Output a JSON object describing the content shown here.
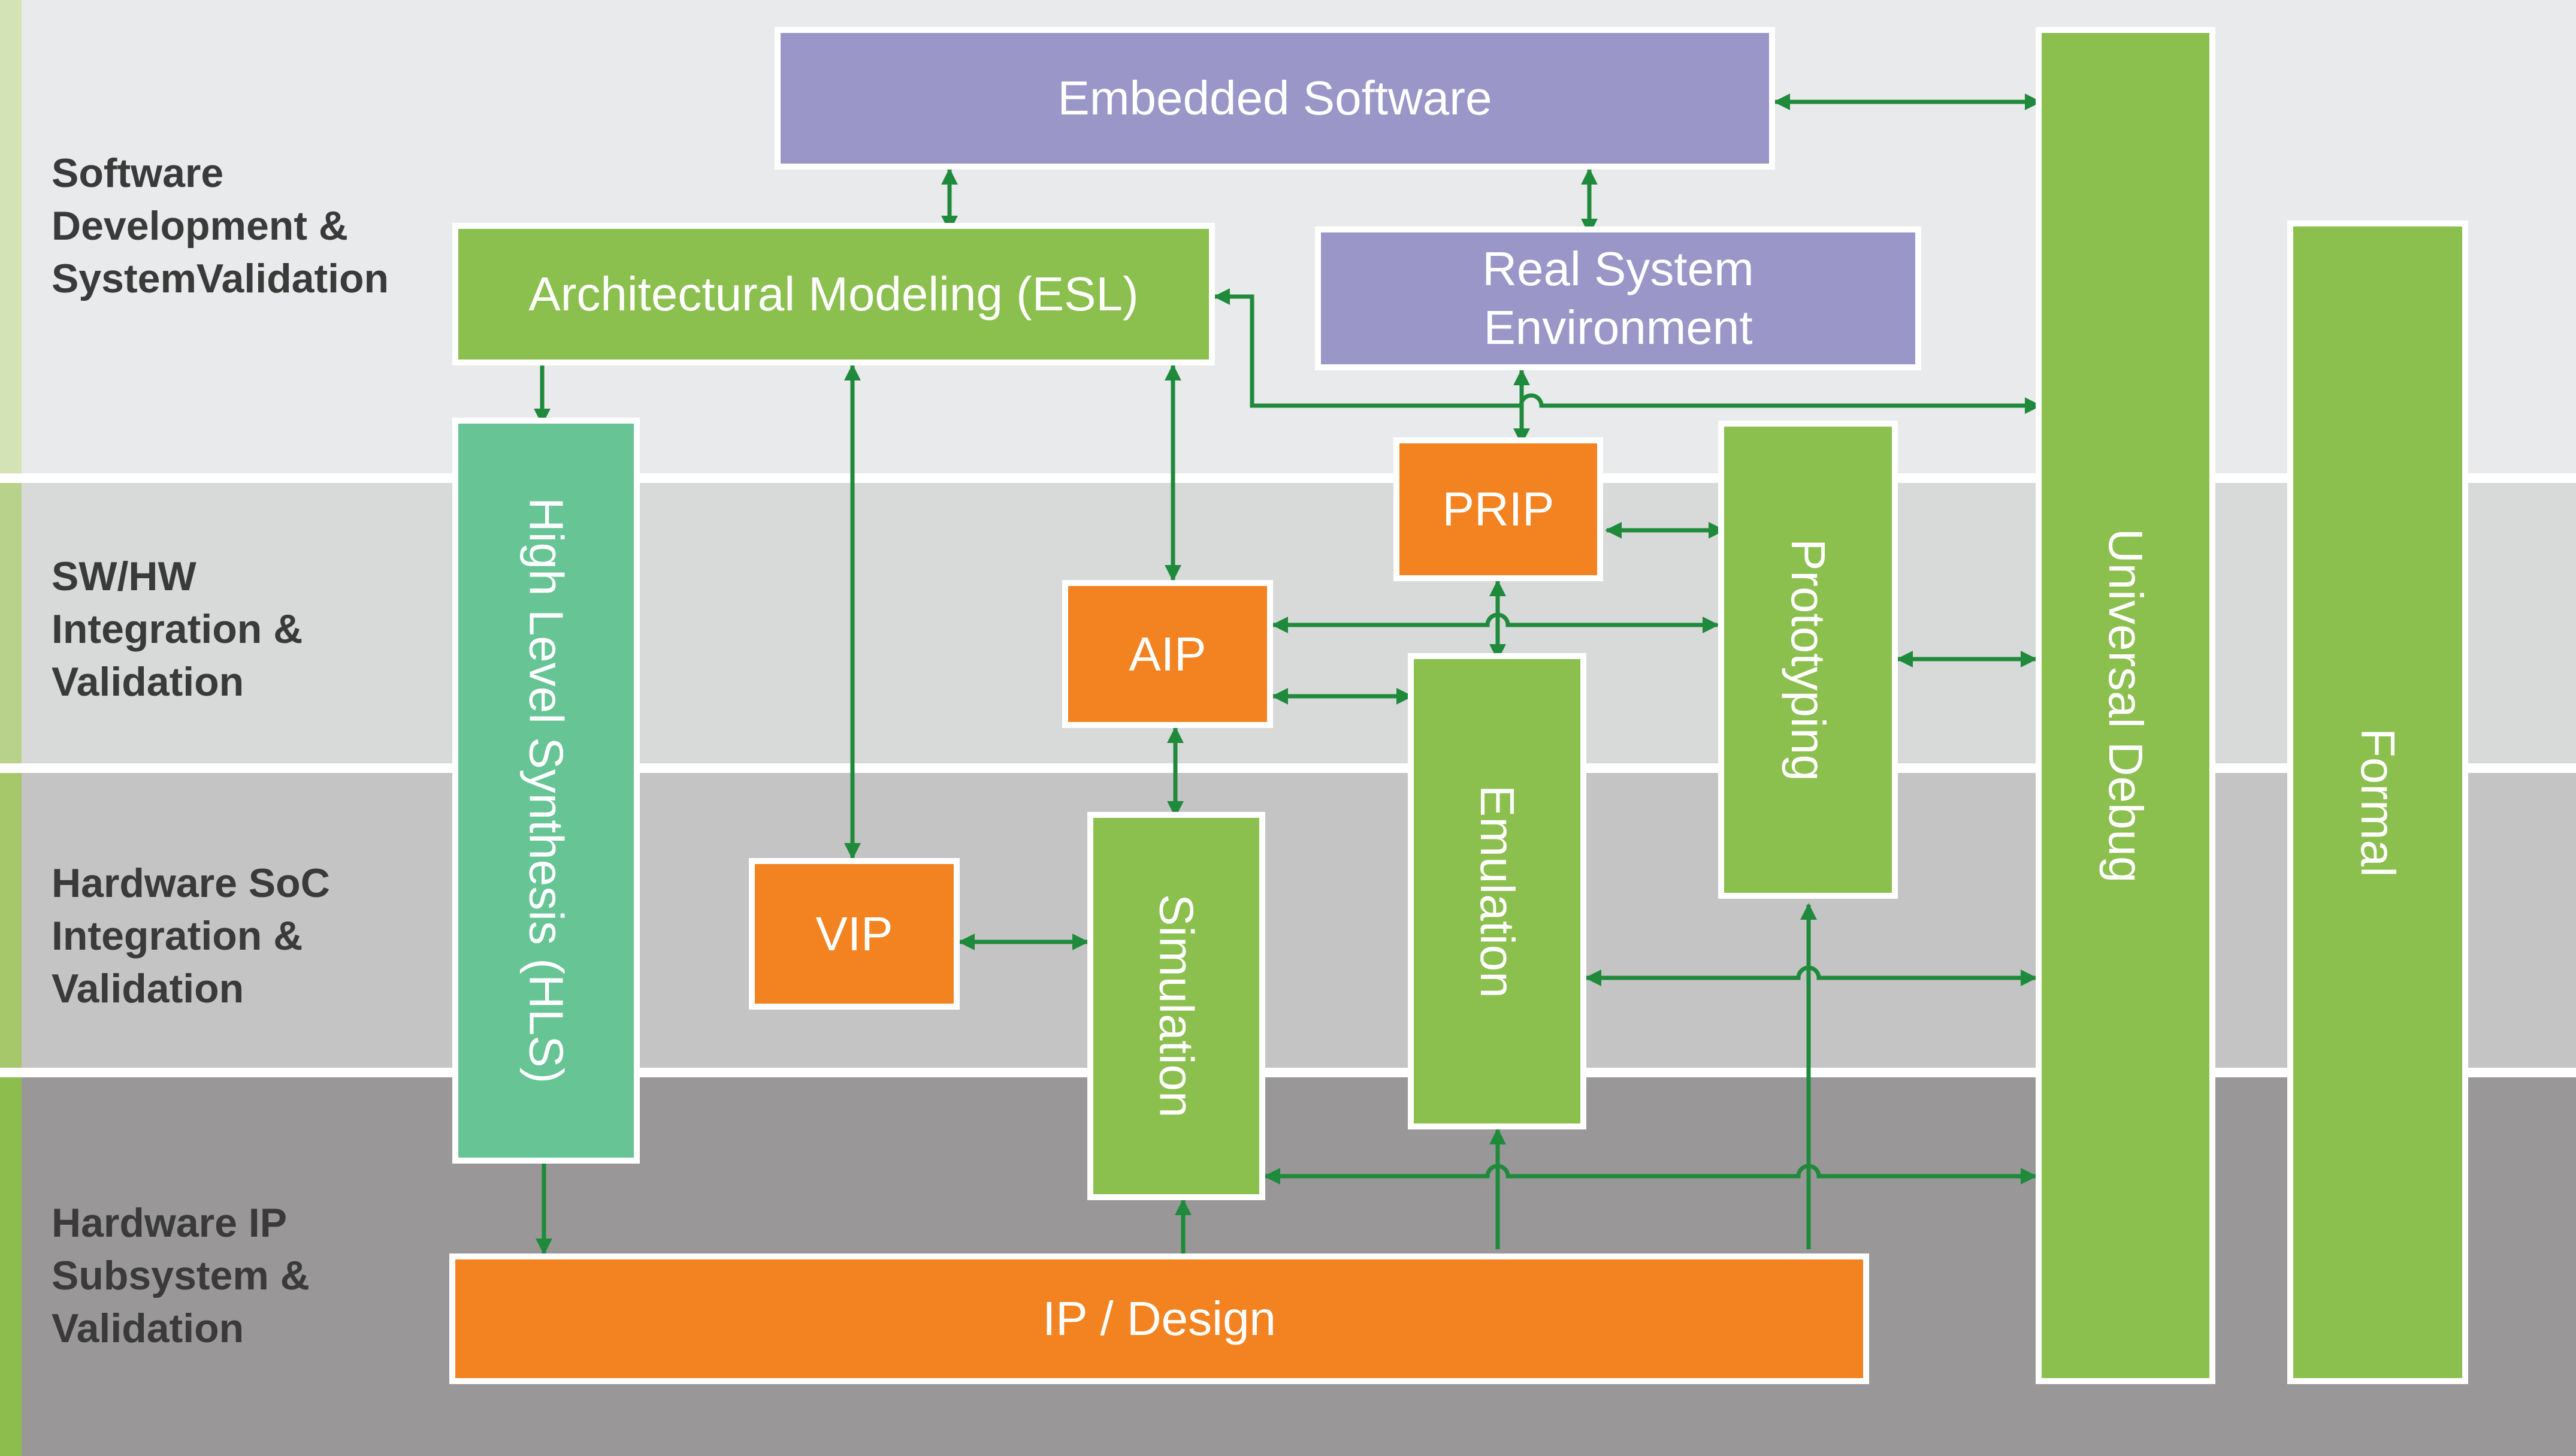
{
  "bands": [
    {
      "label": "Software\nDevelopment &\nSystemValidation",
      "color": "#e9eaeb",
      "accent": "#d3e3b6"
    },
    {
      "label": "SW/HW\nIntegration &\nValidation",
      "color": "#d8d9d9",
      "accent": "#b9d28b"
    },
    {
      "label": "Hardware SoC\nIntegration &\nValidation",
      "color": "#c4c4c4",
      "accent": "#a6c86b"
    },
    {
      "label": "Hardware IP\nSubsystem &\nValidation",
      "color": "#999797",
      "accent": "#8dbe4d"
    }
  ],
  "colors": {
    "purple": "#9a96c8",
    "green": "#8bbf4e",
    "teal": "#66c495",
    "orange": "#f38320",
    "arrow": "#1f8a3b",
    "label_text": "#3a3a3a"
  },
  "blocks": {
    "embedded_software": "Embedded Software",
    "architectural_modeling": "Architectural Modeling (ESL)",
    "real_system_environment": "Real System\nEnvironment",
    "high_level_synthesis": "High Level Synthesis (HLS)",
    "prip": "PRIP",
    "prototyping": "Prototyping",
    "aip": "AIP",
    "emulation": "Emulation",
    "vip": "VIP",
    "simulation": "Simulation",
    "ip_design": "IP / Design",
    "universal_debug": "Universal Debug",
    "formal": "Formal"
  }
}
